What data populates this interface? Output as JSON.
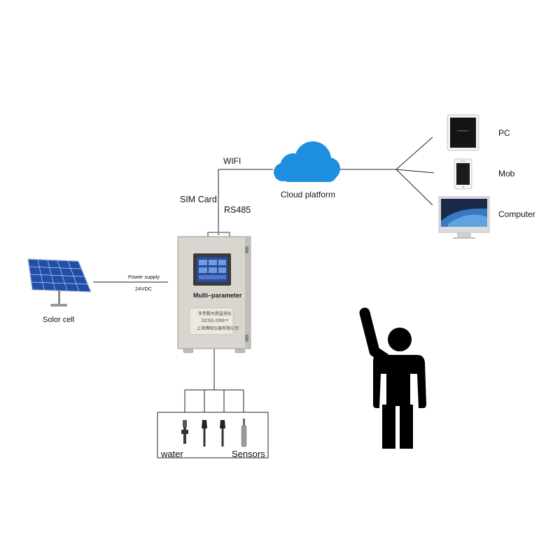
{
  "labels": {
    "pc": "PC",
    "mob": "Mob",
    "computer": "Computer",
    "wifi": "WIFI",
    "cloud": "Cloud platform",
    "sim_card": "SIM Card",
    "rs485": "RS485",
    "power_supply": "Power supply",
    "voltage": "24VDC",
    "solar": "Solor cell",
    "device_title": "Multi–parameter",
    "water": "water",
    "sensors": "Sensors"
  },
  "device_label_lines": [
    "多参数水质监测仪",
    "DCSG-2099™",
    "上海博取仪器有限公司"
  ],
  "colors": {
    "line": "#222222",
    "cloud": "#1e8fe0",
    "panel": "#2a4a9a",
    "cabinet": "#d9d6cf",
    "person": "#000000"
  }
}
